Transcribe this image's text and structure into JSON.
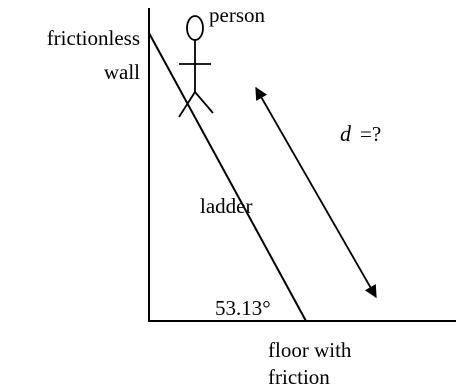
{
  "labels": {
    "wall_line1": "frictionless",
    "wall_line2": "wall",
    "person": "person",
    "d_var": "d",
    "d_eq": "=?",
    "ladder": "ladder",
    "angle": "53.13°",
    "floor_line1": "floor with",
    "floor_line2": "friction"
  },
  "colors": {
    "ink": "#000000",
    "background": "#ffffff"
  }
}
